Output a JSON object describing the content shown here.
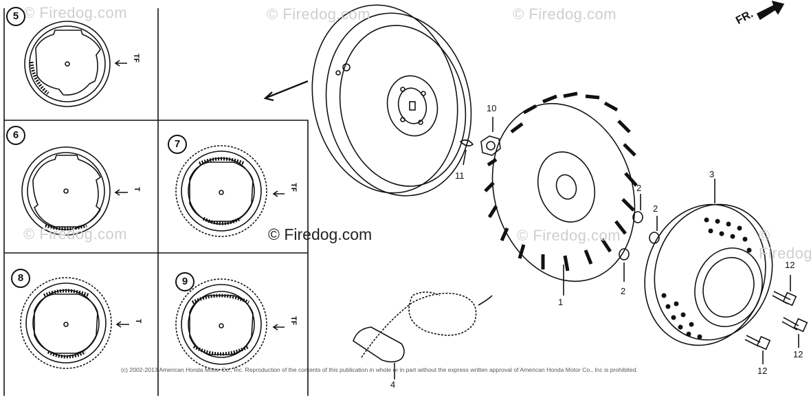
{
  "diagram": {
    "watermarks": [
      "© Firedog.com",
      "© Firedog.com",
      "© Firedog.com",
      "© Firedog.com",
      "© Firedog.com",
      "© Firedog.com"
    ],
    "center_watermark": "© Firedog.com",
    "copyright": "(c) 2002-2013 American Honda Motor Co., Inc. Reproduction of the contents of this publication in whole or in part without the express written approval of American Honda Motor Co., Inc is prohibited.",
    "direction_label": "FR.",
    "inset_panels": [
      "5",
      "6",
      "7",
      "8",
      "9"
    ],
    "inset_marks": {
      "p5": "TF",
      "p6": "T",
      "p7": "TF",
      "p8": "T",
      "p9": "TF"
    },
    "part_callouts": [
      {
        "id": "callout-10",
        "text": "10"
      },
      {
        "id": "callout-11",
        "text": "11"
      },
      {
        "id": "callout-1",
        "text": "1"
      },
      {
        "id": "callout-2a",
        "text": "2"
      },
      {
        "id": "callout-2b",
        "text": "2"
      },
      {
        "id": "callout-2c",
        "text": "2"
      },
      {
        "id": "callout-3",
        "text": "3"
      },
      {
        "id": "callout-4",
        "text": "4"
      },
      {
        "id": "callout-12a",
        "text": "12"
      },
      {
        "id": "callout-12b",
        "text": "12"
      },
      {
        "id": "callout-12c",
        "text": "12"
      }
    ]
  }
}
